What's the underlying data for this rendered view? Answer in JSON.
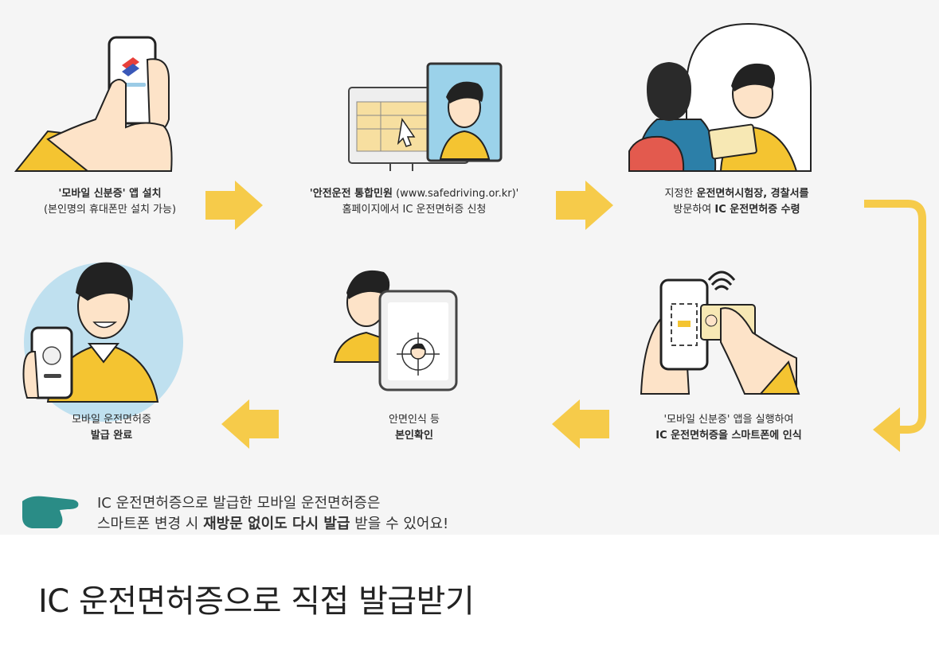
{
  "steps": [
    {
      "line1": "'모바일 신분증' 앱 설치",
      "line2": "(본인명의 휴대폰만 설치 가능)"
    },
    {
      "line1a": "'안전운전 통합민원",
      "line1b": " (www.safedriving.or.kr)'",
      "line2": "홈페이지에서 IC 운전면허증 신청"
    },
    {
      "line1a": "지정한 ",
      "line1b": "운전면허시험장, 경찰서를",
      "line2a": "방문하여 ",
      "line2b": "IC 운전면허증 수령"
    },
    {
      "line1": "'모바일 신분증' 앱을 실행하여",
      "line2": "IC 운전면허증을 스마트폰에 인식"
    },
    {
      "line1": "안면인식 등",
      "line2": "본인확인"
    },
    {
      "line1": "모바일 운전면허증",
      "line2": "발급 완료"
    }
  ],
  "tip": {
    "line1": "IC 운전면허증으로 발급한 모바일 운전면허증은",
    "line2a": "스마트폰 변경 시 ",
    "line2b": "재방문 없이도 다시 발급",
    "line2c": " 받을 수 있어요!"
  },
  "page_title": "IC 운전면허증으로 직접 발급받기",
  "colors": {
    "background": "#f5f5f5",
    "arrow": "#f6cb4a",
    "shirt": "#f4c431",
    "skin": "#fde3c8",
    "hair": "#222222",
    "circle": "#bfe0ef",
    "pointer": "#2a8c86"
  }
}
